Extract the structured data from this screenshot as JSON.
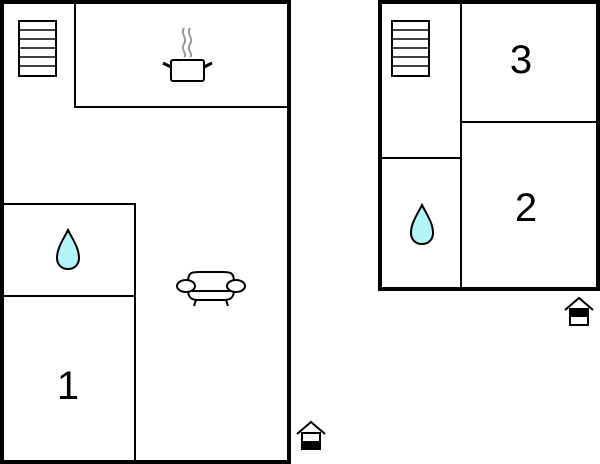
{
  "floors": [
    {
      "name": "ground-floor",
      "rooms": [
        {
          "id": "kitchen",
          "icon": "pot-icon"
        },
        {
          "id": "stairs",
          "icon": "stairs-icon"
        },
        {
          "id": "bathroom",
          "icon": "water-drop-icon"
        },
        {
          "id": "living-room",
          "icon": "sofa-icon"
        },
        {
          "id": "bedroom-1",
          "label": "1"
        }
      ],
      "entrance": {
        "icon": "entrance-icon"
      }
    },
    {
      "name": "upper-floor",
      "rooms": [
        {
          "id": "stairs",
          "icon": "stairs-icon"
        },
        {
          "id": "bedroom-3",
          "label": "3"
        },
        {
          "id": "bathroom",
          "icon": "water-drop-icon"
        },
        {
          "id": "bedroom-2",
          "label": "2"
        }
      ],
      "entrance": {
        "icon": "entrance-icon"
      }
    }
  ],
  "colors": {
    "wall": "#000000",
    "water": "#b3f4f8",
    "steam": "#999999",
    "background": "#ffffff"
  }
}
